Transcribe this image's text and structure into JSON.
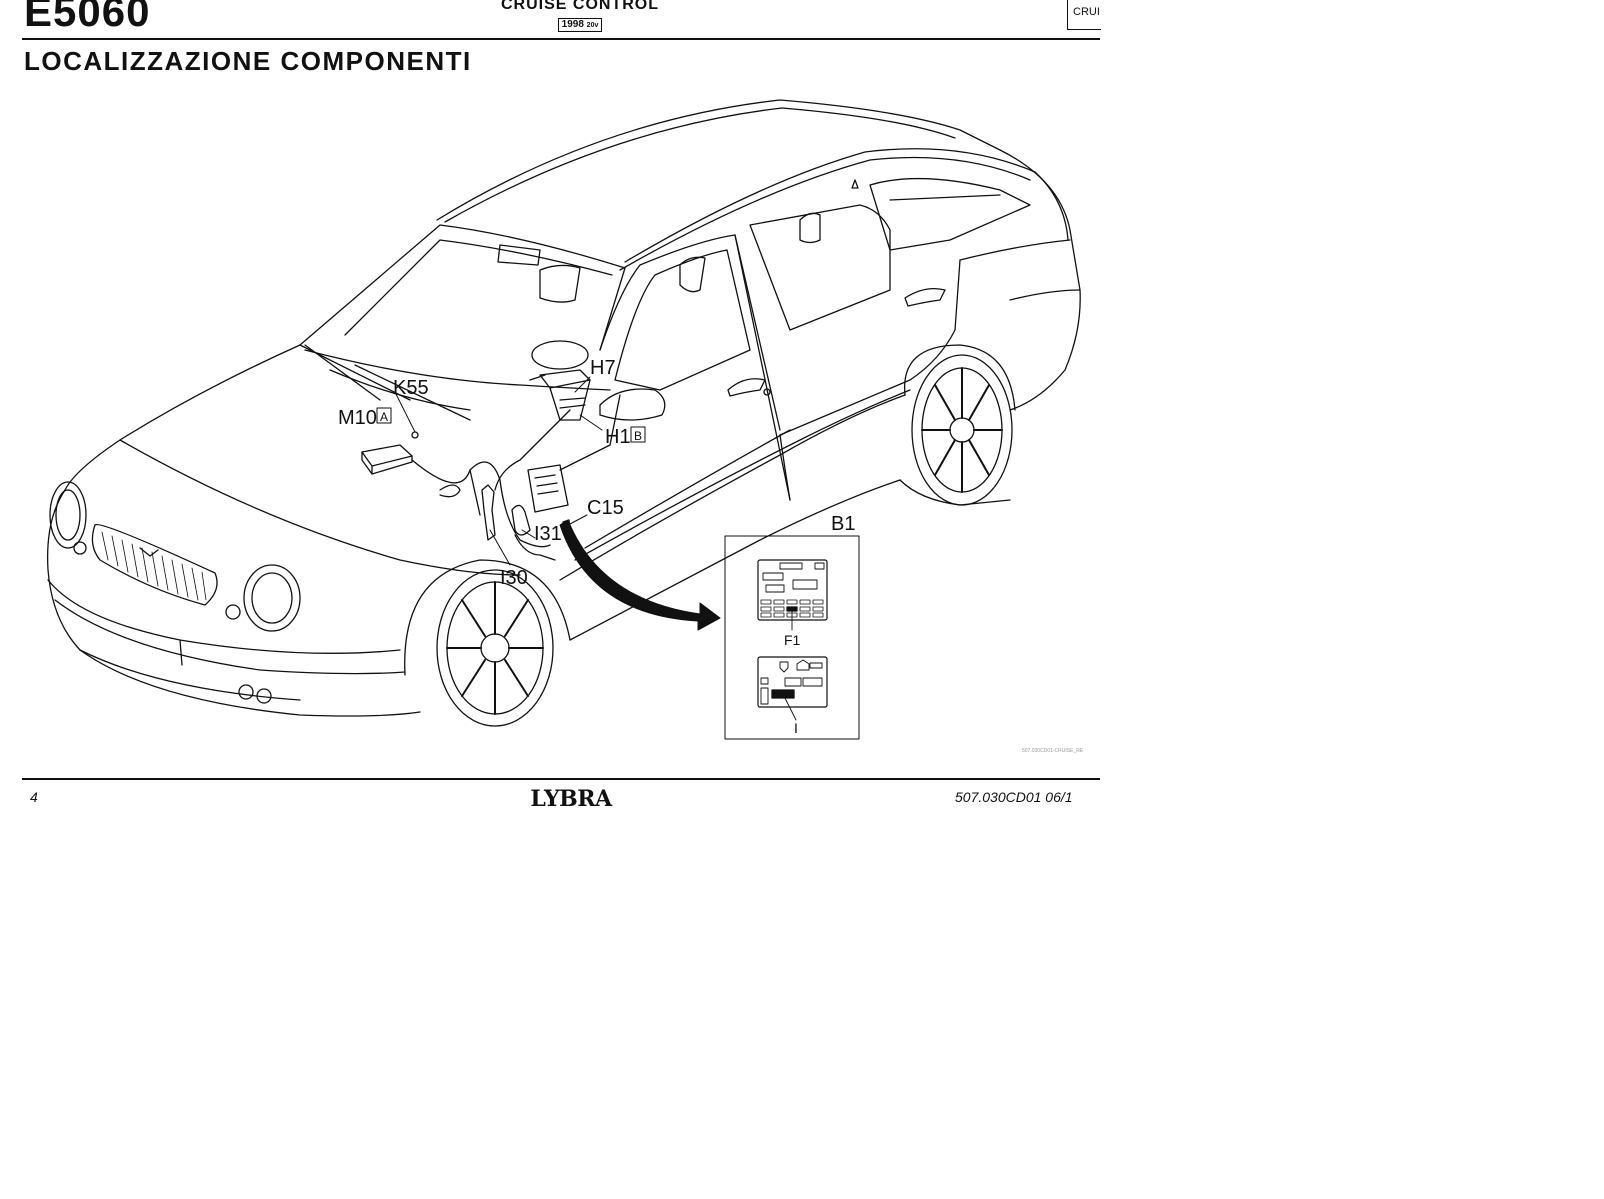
{
  "header": {
    "code": "E5060",
    "system": "CRUISE CONTROL",
    "badge_year": "1998",
    "badge_engine": "20v",
    "tab": "CRUI"
  },
  "section_title": "LOCALIZZAZIONE COMPONENTI",
  "labels": {
    "h7": "H7",
    "k55": "K55",
    "m10": "M10",
    "m10_box": "A",
    "h1": "H1",
    "h1_box": "B",
    "c15": "C15",
    "i31": "I31",
    "i30": "I30",
    "b1": "B1",
    "f1": "F1",
    "i": "I"
  },
  "drawing_code": "507.030CD01-CRUISE_RE",
  "footer": {
    "page_number": "4",
    "brand": "LYBRA",
    "doc_ref": "507.030CD01    06/1"
  }
}
